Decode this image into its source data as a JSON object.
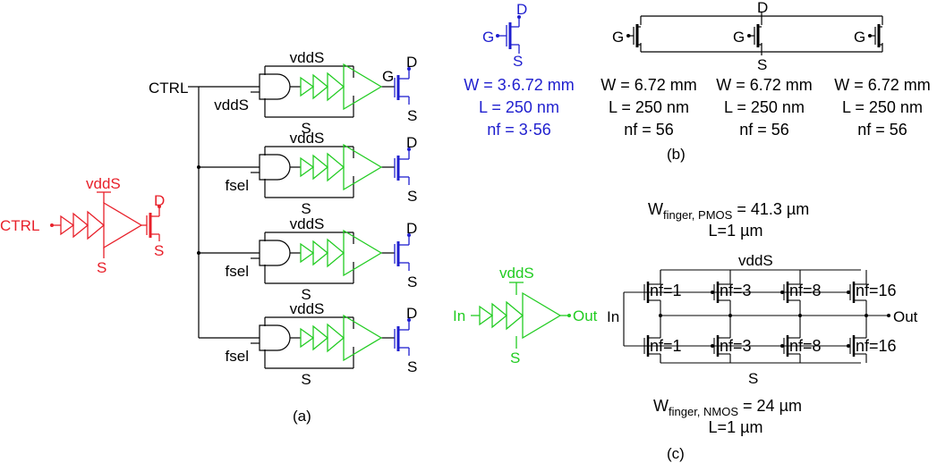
{
  "colors": {
    "wire": "#000000",
    "red": "#e8202a",
    "blue": "#1f1fcf",
    "green": "#22cc22"
  },
  "panels": {
    "a": "(a)",
    "b": "(b)",
    "c": "(c)"
  },
  "left_symbol": {
    "input": "CTRL",
    "supply": "vddS",
    "ground": "S",
    "drain": "D",
    "source": "S"
  },
  "panel_a": {
    "ctrl": "CTRL",
    "rows": [
      {
        "supply": "vddS",
        "ground": "S",
        "input": "vddS",
        "gate": "G",
        "drain": "D",
        "source": "S"
      },
      {
        "supply": "vddS",
        "ground": "S",
        "input": "fsel",
        "gate": "",
        "drain": "D",
        "source": "S"
      },
      {
        "supply": "vddS",
        "ground": "S",
        "input": "fsel",
        "gate": "",
        "drain": "D",
        "source": "S"
      },
      {
        "supply": "vddS",
        "ground": "S",
        "input": "fsel",
        "gate": "",
        "drain": "D",
        "source": "S"
      }
    ]
  },
  "panel_b": {
    "symbol": {
      "gate": "G",
      "drain": "D",
      "source": "S",
      "w": "W = 3·6.72 mm",
      "l": "L = 250 nm",
      "nf": "nf = 3·56"
    },
    "bus_drain": "D",
    "bus_source": "S",
    "transistors": [
      {
        "gate": "G",
        "w": "W = 6.72 mm",
        "l": "L = 250 nm",
        "nf": "nf = 56"
      },
      {
        "gate": "G",
        "w": "W = 6.72 mm",
        "l": "L = 250 nm",
        "nf": "nf = 56"
      },
      {
        "gate": "G",
        "w": "W = 6.72 mm",
        "l": "L = 250 nm",
        "nf": "nf = 56"
      }
    ]
  },
  "panel_c": {
    "pmos_w_main": "W",
    "pmos_w_sub": "finger, PMOS",
    "pmos_w_val": " = 41.3 µm",
    "pmos_l": "L=1 µm",
    "nmos_w_main": "W",
    "nmos_w_sub": "finger, NMOS",
    "nmos_w_val": " = 24 µm",
    "nmos_l": "L=1 µm",
    "buffer": {
      "supply": "vddS",
      "ground": "S",
      "input": "In",
      "output": "Out"
    },
    "supply": "vddS",
    "ground": "S",
    "input": "In",
    "output": "Out",
    "pmos_nf": [
      "nf=1",
      "nf=3",
      "nf=8",
      "nf=16"
    ],
    "nmos_nf": [
      "nf=1",
      "nf=3",
      "nf=8",
      "nf=16"
    ]
  }
}
